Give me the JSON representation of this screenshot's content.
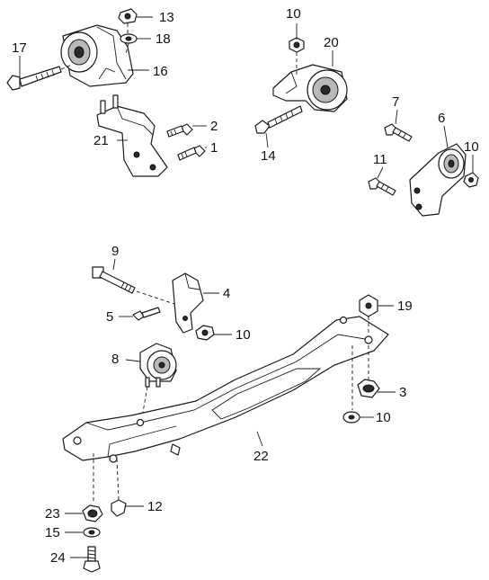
{
  "callouts": {
    "c1": "1",
    "c2": "2",
    "c3": "3",
    "c4": "4",
    "c5": "5",
    "c6": "6",
    "c7": "7",
    "c8": "8",
    "c9": "9",
    "c10a": "10",
    "c10b": "10",
    "c10c": "10",
    "c10d": "10",
    "c11": "11",
    "c12": "12",
    "c13": "13",
    "c14": "14",
    "c15": "15",
    "c16": "16",
    "c17": "17",
    "c18": "18",
    "c19": "19",
    "c20": "20",
    "c21": "21",
    "c22": "22",
    "c23": "23",
    "c24": "24"
  }
}
